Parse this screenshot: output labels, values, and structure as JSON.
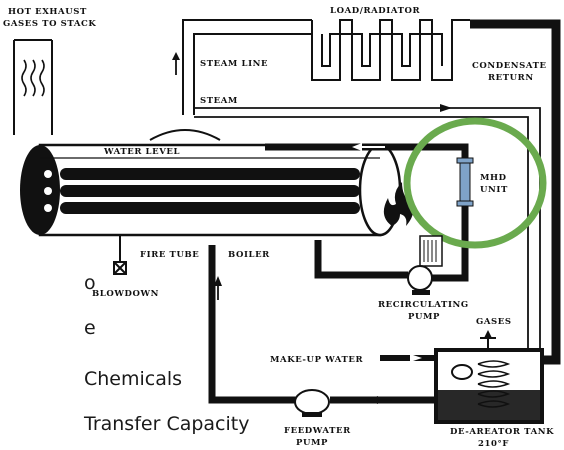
{
  "labels": {
    "hot_exhaust_line1": "HOT EXHAUST",
    "hot_exhaust_line2": "GASES TO STACK",
    "load_radiator": "LOAD/RADIATOR",
    "steam_line": "STEAM LINE",
    "steam": "STEAM",
    "condensate_line1": "CONDENSATE",
    "condensate_line2": "RETURN",
    "water_level": "WATER LEVEL",
    "mhd_line1": "MHD",
    "mhd_line2": "UNIT",
    "fire_tube": "FIRE TUBE",
    "boiler": "BOILER",
    "blowdown": "BLOWDOWN",
    "recirculating_line1": "RECIRCULATING",
    "recirculating_line2": "PUMP",
    "gases": "GASES",
    "makeup_water": "MAKE-UP WATER",
    "feedwater_line1": "FEEDWATER",
    "feedwater_line2": "PUMP",
    "deaerator_line1": "DE-AREATOR TANK",
    "deaerator_line2": "210°F"
  },
  "side_text": [
    "o",
    "e",
    "Chemicals",
    "Transfer Capacity"
  ],
  "highlight_color": "#6aaa4e",
  "mhd_color": "#7fa3c9"
}
